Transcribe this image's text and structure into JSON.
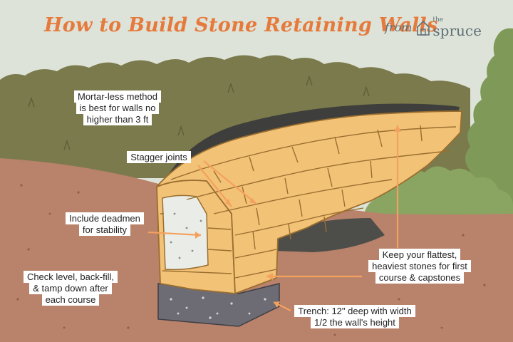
{
  "header": {
    "title": "How to Build Stone Retaining Walls",
    "from_label": "from",
    "brand_small": "the",
    "brand_name": "spruce"
  },
  "callouts": {
    "mortarless": "Mortar-less method\nis best for walls no\nhigher than 3 ft",
    "stagger": "Stagger joints",
    "deadmen": "Include deadmen\nfor stability",
    "level": "Check level, back-fill,\n& tamp down after\neach course",
    "flattest": "Keep your flattest,\nheaviest stones for first\ncourse & capstones",
    "trench": "Trench: 12\" deep with width\n1/2 the wall's height"
  },
  "icons": {
    "brand": "house-icon",
    "leader": "arrow-icon"
  },
  "colors": {
    "title": "#e67a3c",
    "stone": "#f2c277",
    "stone_edge": "#9a6e2f",
    "soil": "#b8826b",
    "hill": "#7b7a4c",
    "tree": "#7f9a58",
    "gravel": "#6d6c74",
    "label_bg": "#ffffff"
  }
}
